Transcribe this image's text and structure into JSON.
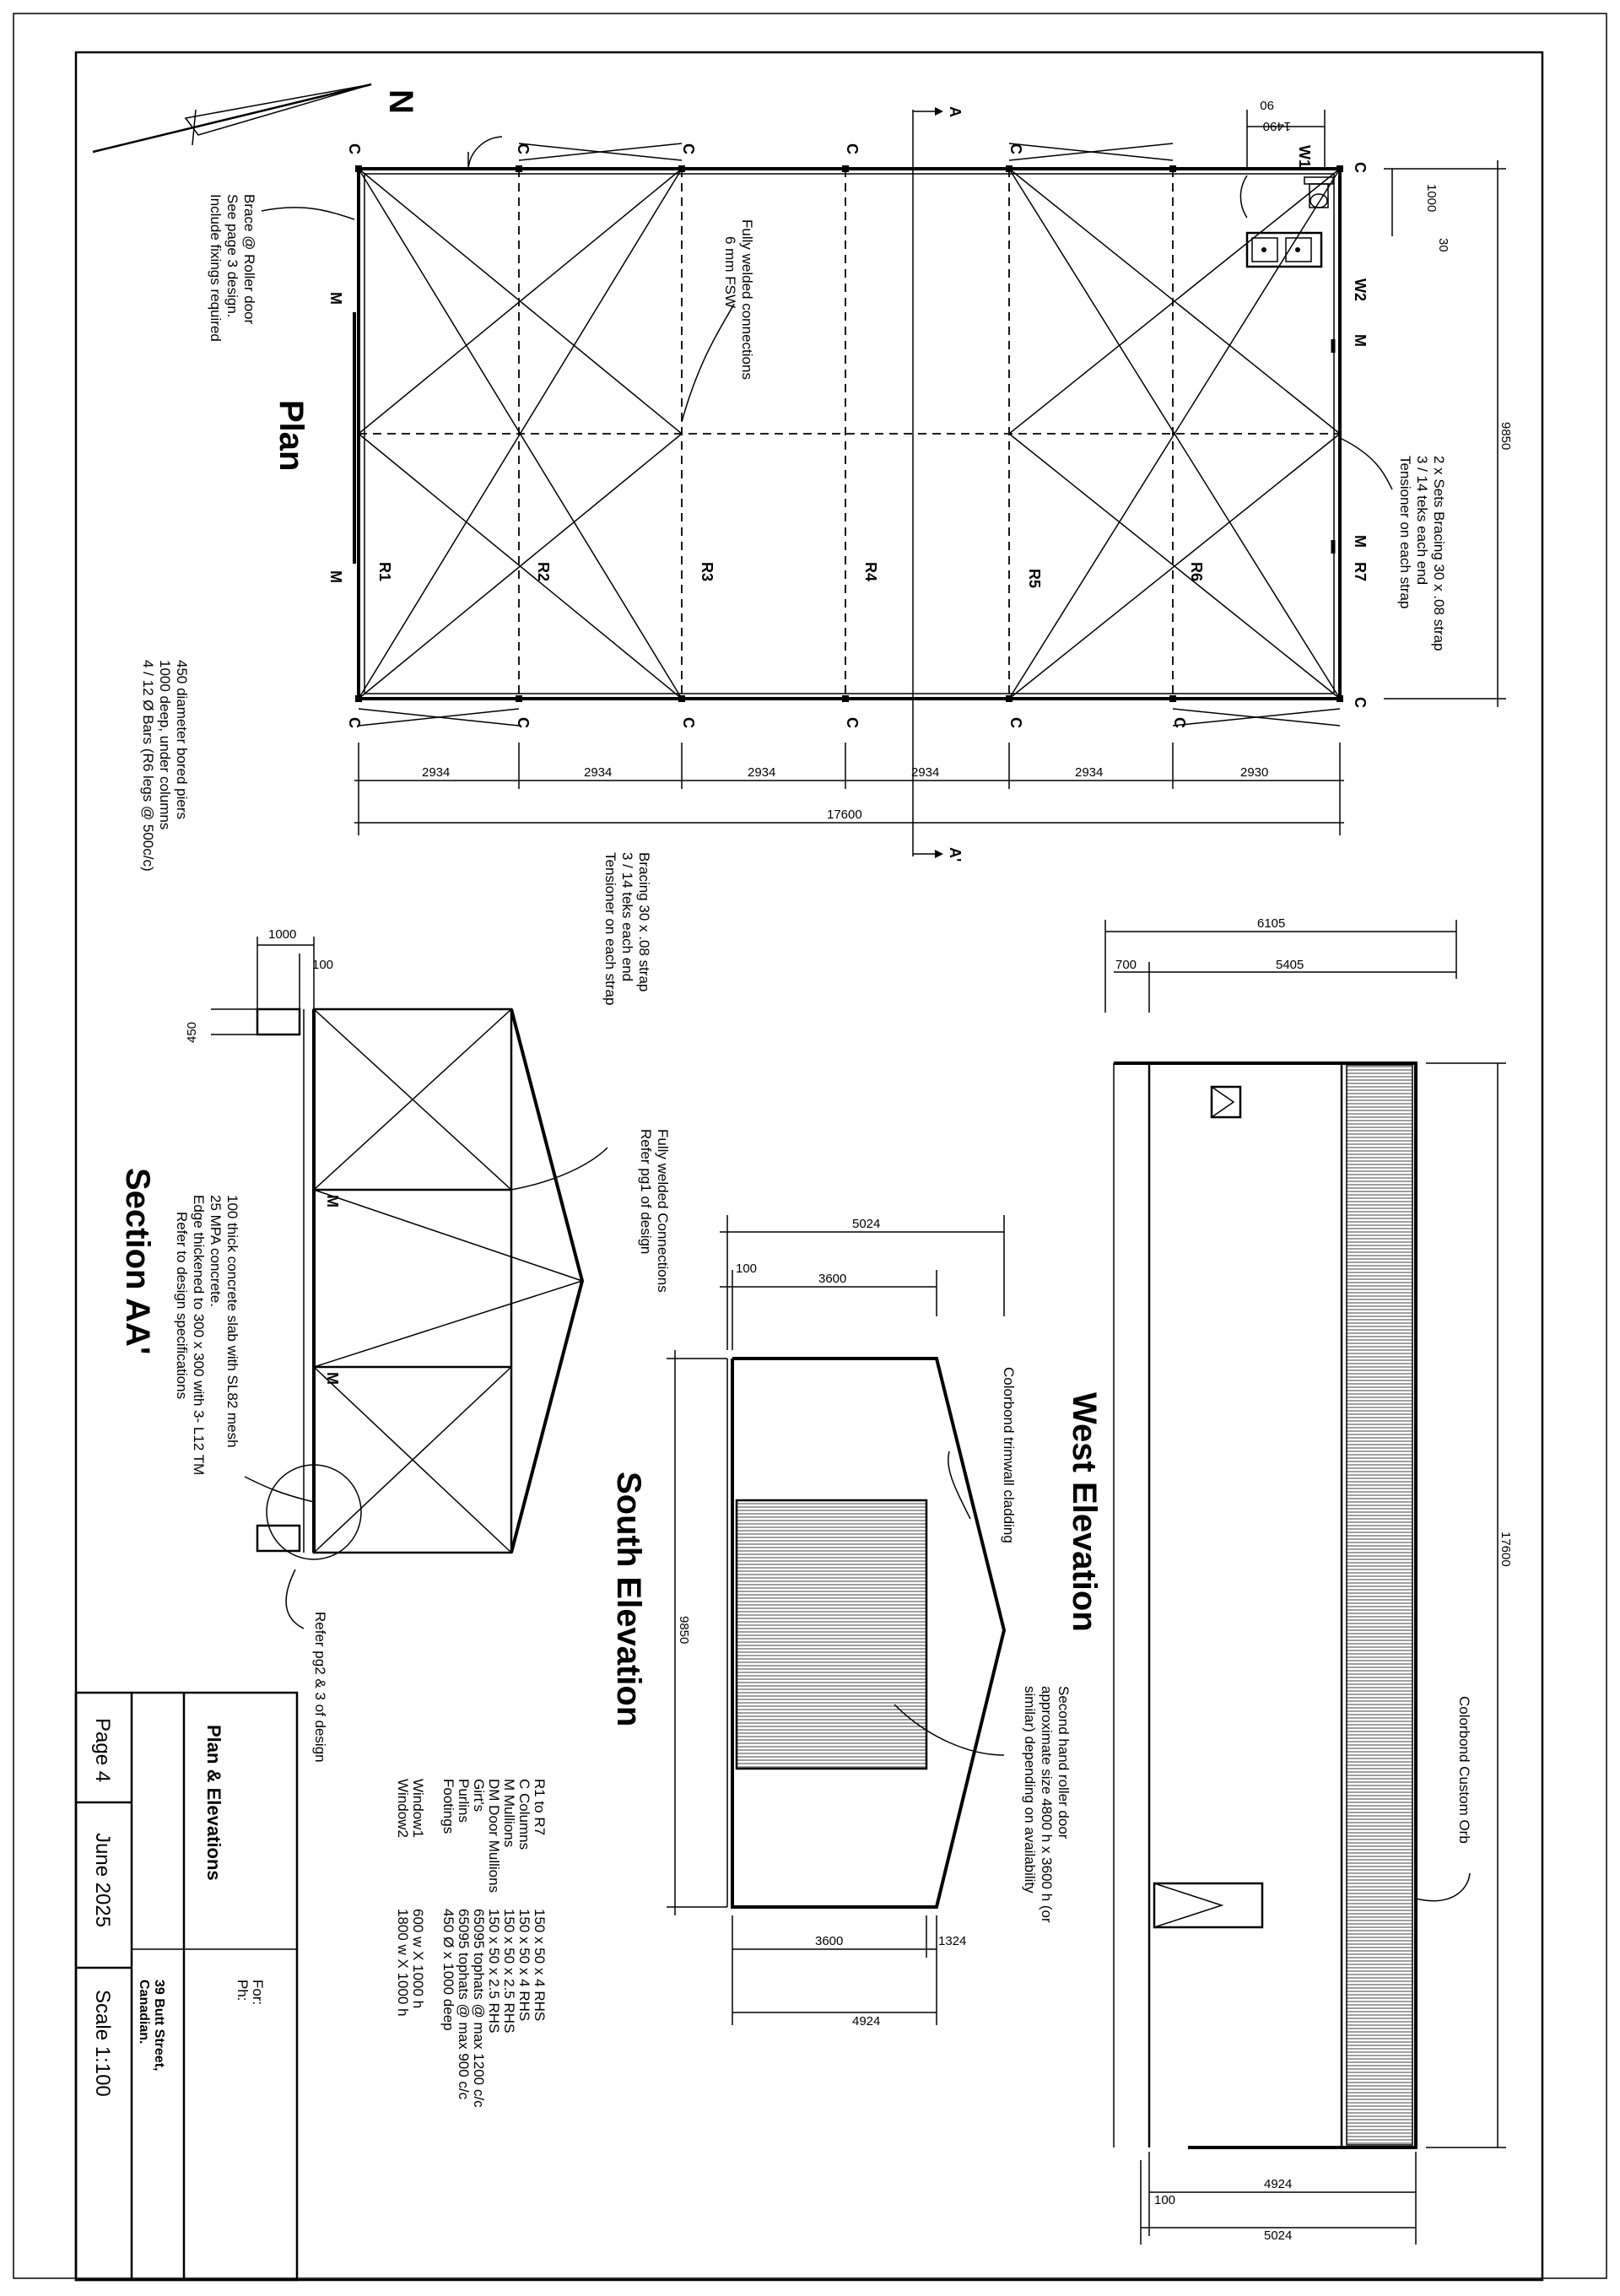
{
  "north": "N",
  "plan": {
    "title": "Plan",
    "rafters": [
      "R1",
      "R2",
      "R3",
      "R4",
      "R5",
      "R6",
      "R7"
    ],
    "column_mark": "C",
    "mullion_mark": "M",
    "windows": [
      "W1",
      "W2"
    ],
    "section_mark": "A",
    "section_mark_end": "A'",
    "bay_dims": [
      "2934",
      "2934",
      "2934",
      "2934",
      "2934",
      "2930"
    ],
    "length_dim": "17600",
    "width_dim": "9850",
    "dim_1000": "1000",
    "dim_30": "30",
    "dim_1490": "1490",
    "dim_90": "90",
    "note_welded": [
      "Fully welded connections",
      "6 mm FSW"
    ],
    "note_bracing_right": [
      "2 x Sets Bracing 30 x .08 strap",
      "3 / 14 teks each end",
      "Tensioner on each strap"
    ],
    "note_brace_door": [
      "Brace @ Roller door",
      "See page 3 design.",
      "Include fixings required"
    ],
    "note_piers": [
      "450 diameter bored piers",
      "1000 deep, under columns",
      "4 / 12 Ø  Bars (R6 legs @ 500c/c)"
    ],
    "note_bracing_bottom": [
      "Bracing 30 x .08 strap",
      "3 / 14 teks each end",
      "Tensioner on each strap"
    ]
  },
  "section": {
    "title": "Section AA'",
    "dim_1000": "1000",
    "dim_100": "100",
    "dim_450": "450",
    "note_welded": [
      "Fully welded Connections",
      "Refer pg1 of design"
    ],
    "note_slab": [
      "100 thick concrete slab with SL82 mesh",
      "25 MPA concrete.",
      "Edge thickened to 300 x 300 with 3- L12 TM",
      "Refer to design specifications"
    ],
    "note_refer": "Refer pg2 & 3 of design"
  },
  "south": {
    "title": "South Elevation",
    "dim_5024": "5024",
    "dim_3600_top": "3600",
    "dim_100": "100",
    "dim_9850": "9850",
    "dim_3600_bottom": "3600",
    "dim_1324": "1324",
    "dim_4924": "4924",
    "note_trimwall": "Colorbond trimwall cladding",
    "note_door": [
      "Second hand roller door",
      "approximate size 4800 h x 3600 h (or",
      "similar) depending on availability"
    ]
  },
  "west": {
    "title": "West Elevation",
    "dim_6105": "6105",
    "dim_700": "700",
    "dim_5405": "5405",
    "dim_17600": "17600",
    "dim_4924": "4924",
    "dim_100": "100",
    "dim_5024": "5024",
    "note_cladding": "Colorbond Custom Orb"
  },
  "schedule": [
    {
      "item": "R1 to R7",
      "spec": "150 x 50 x 4 RHS"
    },
    {
      "item": "C Columns",
      "spec": "150 x 50 x 4 RHS"
    },
    {
      "item": "M Mullions",
      "spec": "150 x 50 x 2.5 RHS"
    },
    {
      "item": "DM Door Mullions",
      "spec": "150 x 50 x 2.5 RHS"
    },
    {
      "item": "Girt's",
      "spec": "65095 tophats @ max 1200 c/c"
    },
    {
      "item": "Purlins",
      "spec": "65095 tophats @ max 900 c/c"
    },
    {
      "item": "Footings",
      "spec": "450 Ø x 1000 deep"
    },
    {
      "item": "",
      "spec": ""
    },
    {
      "item": "Window1",
      "spec": "600 w X 1000 h"
    },
    {
      "item": "Window2",
      "spec": "1800 w X 1000 h"
    }
  ],
  "titleblock": {
    "sheet_title": "Plan & Elevations",
    "for_label": "For:",
    "ph_label": "Ph:",
    "address": [
      "39 Butt Street,",
      "Canadian."
    ],
    "page": "Page 4",
    "date": "June  2025",
    "scale": "Scale 1:100"
  }
}
